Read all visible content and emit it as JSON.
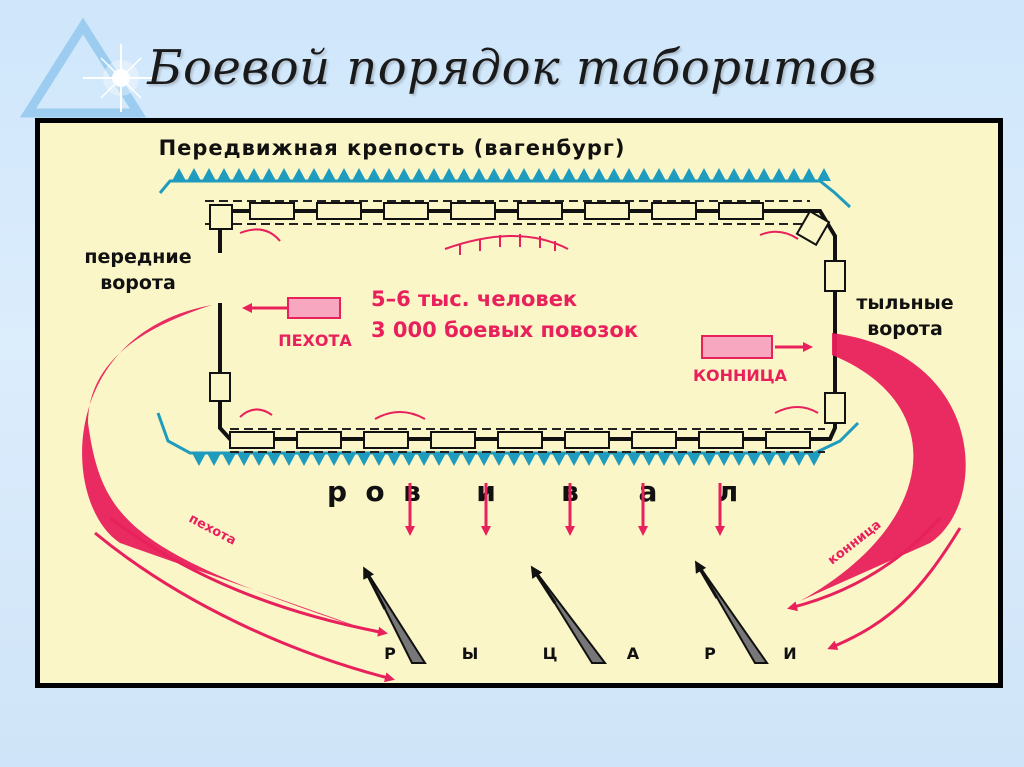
{
  "slide": {
    "title": "Боевой порядок таборитов"
  },
  "diagram": {
    "fortress_title": "Передвижная крепость (вагенбург)",
    "front_gate_line1": "передние",
    "front_gate_line2": "ворота",
    "rear_gate_line1": "тыльные",
    "rear_gate_line2": "ворота",
    "infantry_label": "ПЕХОТА",
    "cavalry_label": "КОННИЦА",
    "count_people": "5–6 тыс. человек",
    "count_wagons": "3 000 боевых повозок",
    "ditch_letters": [
      "р",
      "о",
      "в",
      "и",
      "в",
      "а",
      "л"
    ],
    "infantry_arc_label": "пехота",
    "cavalry_arc_label": "конница",
    "knights_letters": [
      "Р",
      "Ы",
      "Ц",
      "А",
      "Р",
      "И"
    ]
  },
  "colors": {
    "red": "#e8205c",
    "teal": "#1f9bbd",
    "paper": "#fbf6c7"
  },
  "icons": [
    "snowflake-star-icon"
  ]
}
